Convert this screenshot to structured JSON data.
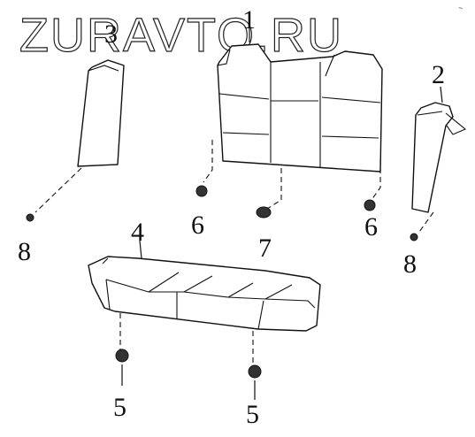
{
  "watermark": "ZURAVTO.RU",
  "corner_mark": "~",
  "labels": {
    "seat_back": "1",
    "right_side_bolster": "2",
    "left_side_bolster": "3",
    "seat_cushion": "4",
    "cushion_clip_left": "5",
    "cushion_clip_right": "5",
    "back_hook_left": "6",
    "back_hook_right": "6",
    "back_center_clip": "7",
    "bolster_screw_left": "8",
    "bolster_screw_right": "8"
  }
}
